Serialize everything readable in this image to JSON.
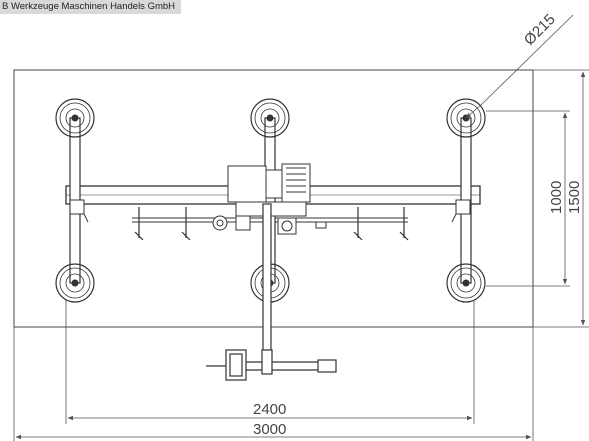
{
  "watermark": {
    "text": "B Werkzeuge Maschinen Handels GmbH"
  },
  "dimensions": {
    "diameter": "Ø215",
    "height_inner": "1000",
    "height_outer": "1500",
    "width_inner": "2400",
    "width_outer": "3000"
  },
  "colors": {
    "line": "#333333",
    "dim": "#555555",
    "background": "#ffffff"
  }
}
